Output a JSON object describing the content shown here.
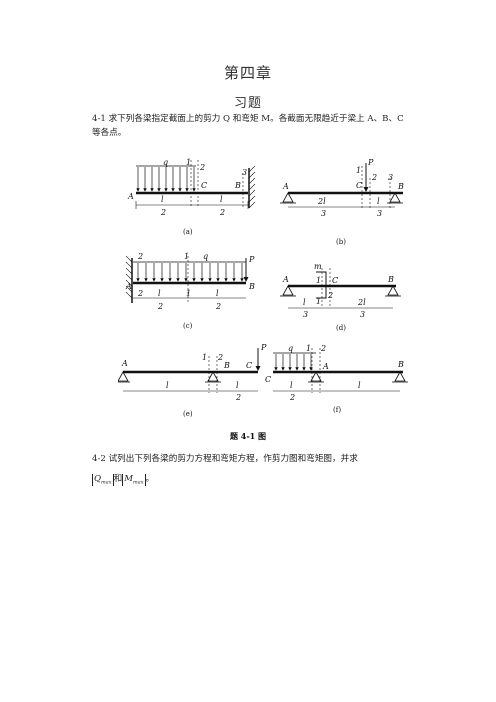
{
  "chapter_title": "第四章",
  "section_title": "习题",
  "problem_4_1": "4-1 求下列各梁指定截面上的剪力 Q 和弯矩 M。各截面无限趋近于梁上 A、B、C 等各点。",
  "figure_caption": "题 4-1 图",
  "problem_4_2": "4-2 试列出下列各梁的剪力方程和弯矩方程，作剪力图和弯矩图，并求",
  "formula": {
    "q": "Q",
    "m": "M",
    "sub": "max",
    "connector": "和",
    "end": "。"
  },
  "subfigs": {
    "a": "(a)",
    "b": "(b)",
    "c": "(c)",
    "d": "(d)",
    "e": "(e)",
    "f": "(f)"
  },
  "labels": {
    "A": "A",
    "B": "B",
    "C": "C",
    "P": "P",
    "q": "q",
    "m": "m",
    "l": "l",
    "l2": "2",
    "l3": "3",
    "two_l": "2l",
    "sec1": "1",
    "sec2": "2",
    "sec3": "3"
  }
}
